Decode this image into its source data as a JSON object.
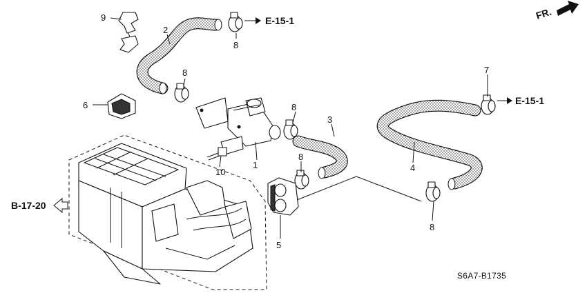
{
  "callouts": {
    "p1": "1",
    "p2": "2",
    "p3": "3",
    "p4": "4",
    "p5": "5",
    "p6": "6",
    "p7": "7",
    "p8a": "8",
    "p8b": "8",
    "p8c": "8",
    "p8d": "8",
    "p8e": "8",
    "p9": "9",
    "p10": "10"
  },
  "references": {
    "e_top": "E-15-1",
    "e_right": "E-15-1",
    "b_left": "B-17-20",
    "front": "FR."
  },
  "diagram_code": "S6A7-B1735"
}
